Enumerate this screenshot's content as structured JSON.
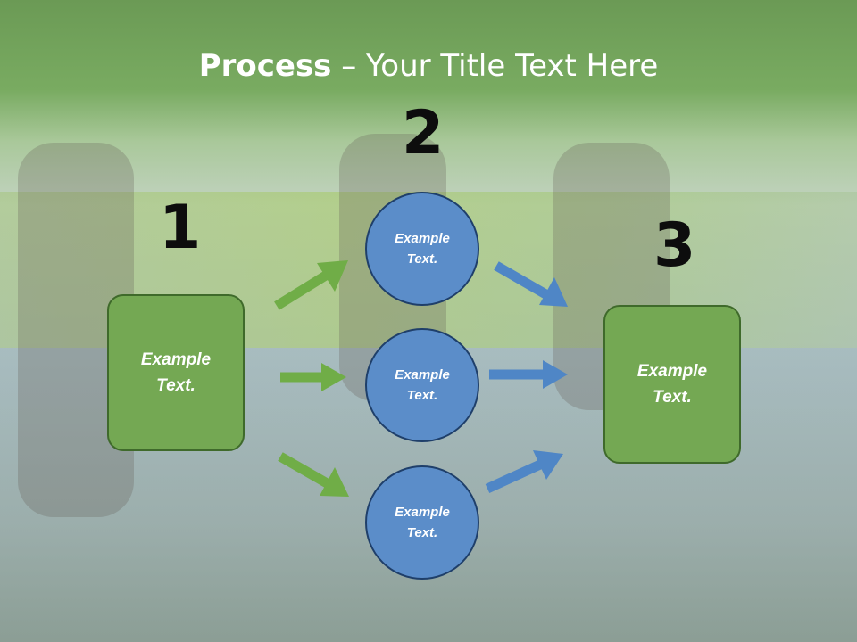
{
  "title": {
    "bold": "Process",
    "rest": " – Your Title Text Here"
  },
  "steps": {
    "one": "1",
    "two": "2",
    "three": "3"
  },
  "box_left": {
    "label": "Example\nText."
  },
  "box_right": {
    "label": "Example\nText."
  },
  "circles": [
    {
      "label": "Example\nText."
    },
    {
      "label": "Example\nText."
    },
    {
      "label": "Example\nText."
    }
  ],
  "colors": {
    "green_box": "#74a853",
    "blue_circle": "#5b8dc9",
    "green_arrow": "#70ad47",
    "blue_arrow": "#4f86c6"
  }
}
